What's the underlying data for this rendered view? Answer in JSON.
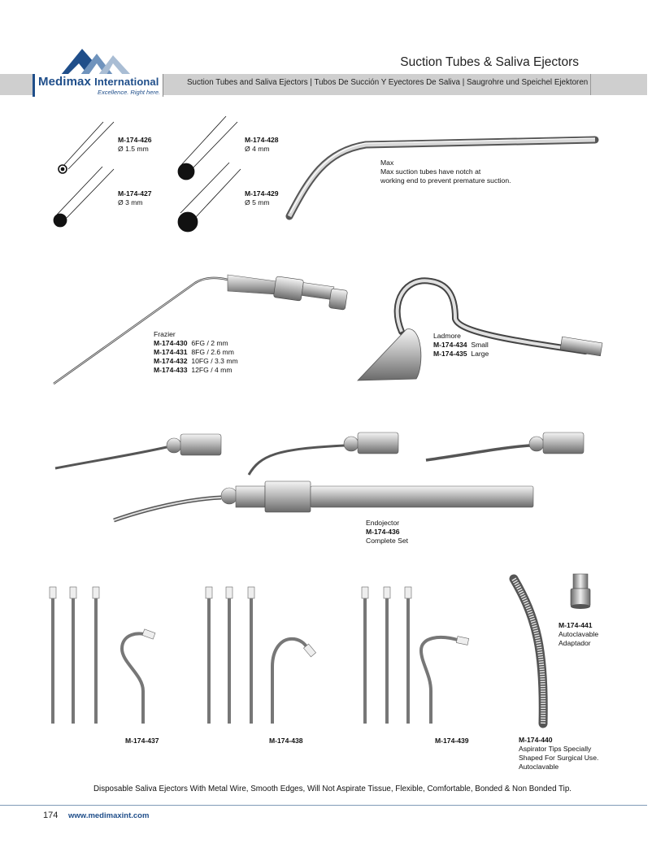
{
  "header": {
    "page_title": "Suction Tubes & Saliva Ejectors",
    "brand": "Medimax",
    "brand_suffix": "International",
    "tagline": "Excellence. Right here.",
    "subtitle": "Suction Tubes and Saliva Ejectors  |  Tubos De Succión Y Eyectores De Saliva  |  Saugrohre und Speichel Ejektoren"
  },
  "tips": [
    {
      "code": "M-174-426",
      "size": "Ø 1.5 mm"
    },
    {
      "code": "M-174-427",
      "size": "Ø 3 mm"
    },
    {
      "code": "M-174-428",
      "size": "Ø 4 mm"
    },
    {
      "code": "M-174-429",
      "size": "Ø 5 mm"
    }
  ],
  "max": {
    "name": "Max",
    "description_1": "Max suction tubes have notch at",
    "description_2": "working end to prevent premature suction."
  },
  "frazier": {
    "name": "Frazier",
    "items": [
      {
        "code": "M-174-430",
        "spec": "6FG / 2 mm"
      },
      {
        "code": "M-174-431",
        "spec": "8FG / 2.6 mm"
      },
      {
        "code": "M-174-432",
        "spec": "10FG / 3.3 mm"
      },
      {
        "code": "M-174-433",
        "spec": "12FG / 4 mm"
      }
    ]
  },
  "ladmore": {
    "name": "Ladmore",
    "items": [
      {
        "code": "M-174-434",
        "spec": "Small"
      },
      {
        "code": "M-174-435",
        "spec": "Large"
      }
    ]
  },
  "endojector": {
    "name": "Endojector",
    "code": "M-174-436",
    "spec": "Complete Set"
  },
  "ejectors": [
    {
      "code": "M-174-437"
    },
    {
      "code": "M-174-438"
    },
    {
      "code": "M-174-439"
    }
  ],
  "aspirator": {
    "code": "M-174-440",
    "line1": "Aspirator Tips Specially",
    "line2": "Shaped For Surgical Use.",
    "line3": "Autoclavable"
  },
  "adaptor": {
    "code": "M-174-441",
    "line1": "Autoclavable",
    "line2": "Adaptador"
  },
  "caption": "Disposable Saliva Ejectors With Metal Wire, Smooth Edges, Will Not Aspirate Tissue, Flexible, Comfortable, Bonded & Non Bonded Tip.",
  "footer": {
    "page_number": "174",
    "url": "www.medimaxint.com"
  }
}
